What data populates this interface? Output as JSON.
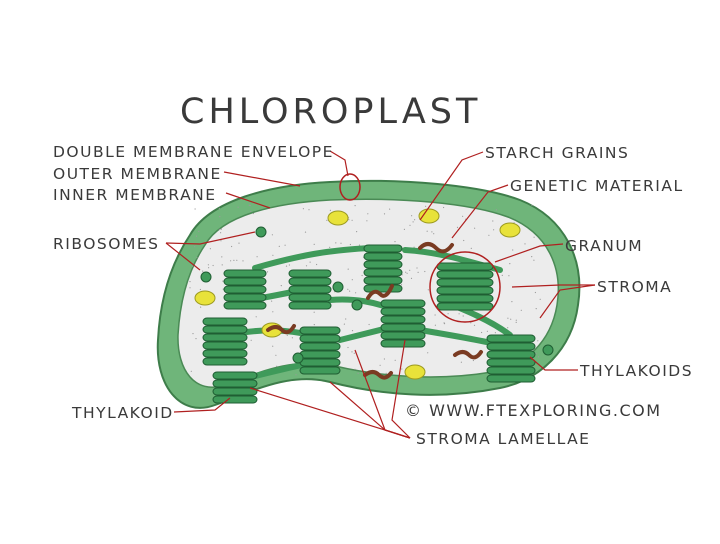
{
  "title": "CHLOROPLAST",
  "labels": {
    "double_membrane_envelope": "DOUBLE MEMBRANE ENVELOPE",
    "outer_membrane": "OUTER MEMBRANE",
    "inner_membrane": "INNER MEMBRANE",
    "ribosomes": "RIBOSOMES",
    "thylakoid": "THYLAKOID",
    "starch_grains": "STARCH GRAINS",
    "genetic_material": "GENETIC MATERIAL",
    "granum": "GRANUM",
    "stroma": "STROMA",
    "thylakoids": "THYLAKOIDS",
    "stroma_lamellae": "STROMA LAMELLAE"
  },
  "copyright": "© WWW.FTEXPLORING.COM",
  "colors": {
    "envelope": "#6fb57a",
    "envelope_dark": "#3e7d4a",
    "stroma": "#ececec",
    "thylakoid": "#3f9a5a",
    "thylakoid_dark": "#1f5e33",
    "starch": "#e8e23a",
    "dna": "#7a3b22",
    "leader": "#b02020",
    "text": "#3a3a3a"
  }
}
